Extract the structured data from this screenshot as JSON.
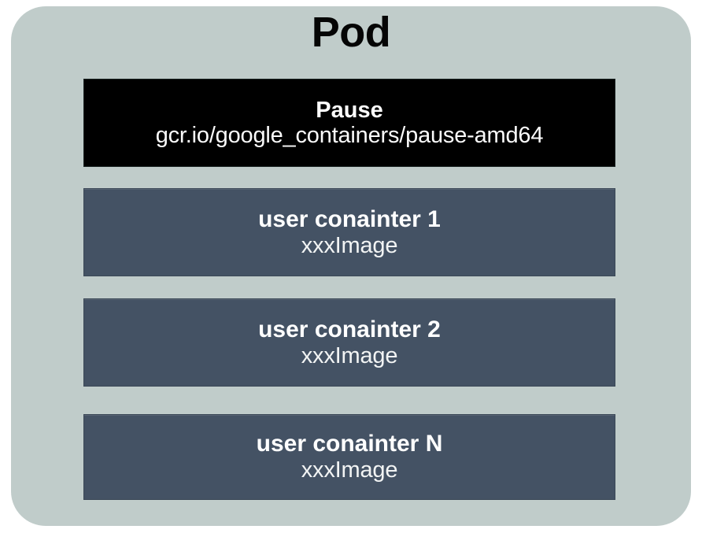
{
  "diagram": {
    "type": "kubernetes-pod-architecture",
    "pod": {
      "title": "Pod",
      "background_color": "#c0ccca",
      "title_color": "#050505"
    },
    "boxes": [
      {
        "id": "pause-container",
        "name": "Pause",
        "image": "gcr.io/google_containers/pause-amd64",
        "background_color": "#000000",
        "text_color": "#ffffff"
      },
      {
        "id": "user-container-1",
        "name": "user conainter 1",
        "image": "xxxImage",
        "background_color": "#445264",
        "text_color": "#ffffff"
      },
      {
        "id": "user-container-2",
        "name": "user conainter 2",
        "image": "xxxImage",
        "background_color": "#445264",
        "text_color": "#ffffff"
      },
      {
        "id": "user-container-n",
        "name": "user conainter N",
        "image": "xxxImage",
        "background_color": "#445264",
        "text_color": "#ffffff"
      }
    ]
  }
}
